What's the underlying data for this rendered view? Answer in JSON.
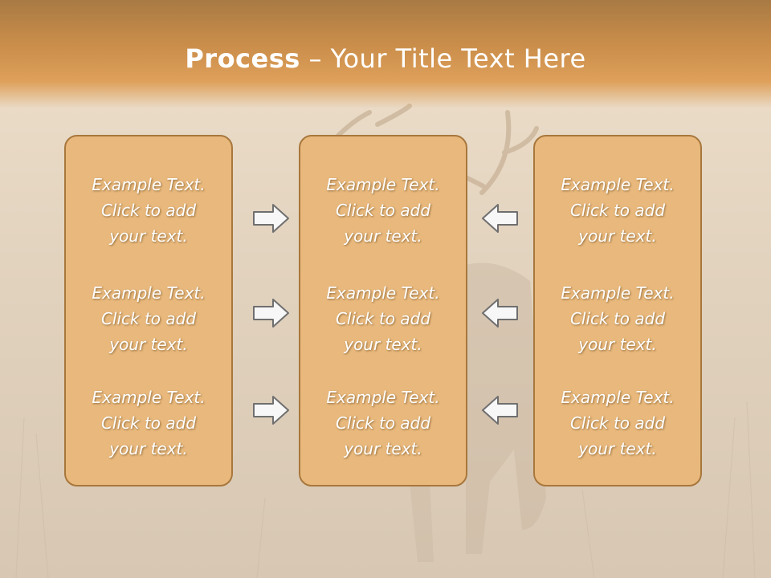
{
  "title": {
    "bold": "Process",
    "rest": " – Your Title Text Here"
  },
  "columns": [
    {
      "items": [
        [
          "Example Text.",
          "Click  to add",
          "your text."
        ],
        [
          "Example Text.",
          "Click  to add",
          "your text."
        ],
        [
          "Example Text.",
          "Click  to add",
          "your text."
        ]
      ]
    },
    {
      "items": [
        [
          "Example Text.",
          "Click  to add",
          "your text."
        ],
        [
          "Example Text.",
          "Click  to add",
          "your text."
        ],
        [
          "Example Text.",
          "Click  to add",
          "your text."
        ]
      ]
    },
    {
      "items": [
        [
          "Example Text.",
          "Click  to add",
          "your text."
        ],
        [
          "Example Text.",
          "Click  to add",
          "your text."
        ],
        [
          "Example Text.",
          "Click  to add",
          "your text."
        ]
      ]
    }
  ],
  "arrows": {
    "left": [
      "arrow-right-icon",
      "arrow-right-icon",
      "arrow-right-icon"
    ],
    "right": [
      "arrow-left-icon",
      "arrow-left-icon",
      "arrow-left-icon"
    ]
  },
  "colors": {
    "box_fill": "#e8b87c",
    "box_border": "#a8773c",
    "title_band": "#d49650"
  }
}
